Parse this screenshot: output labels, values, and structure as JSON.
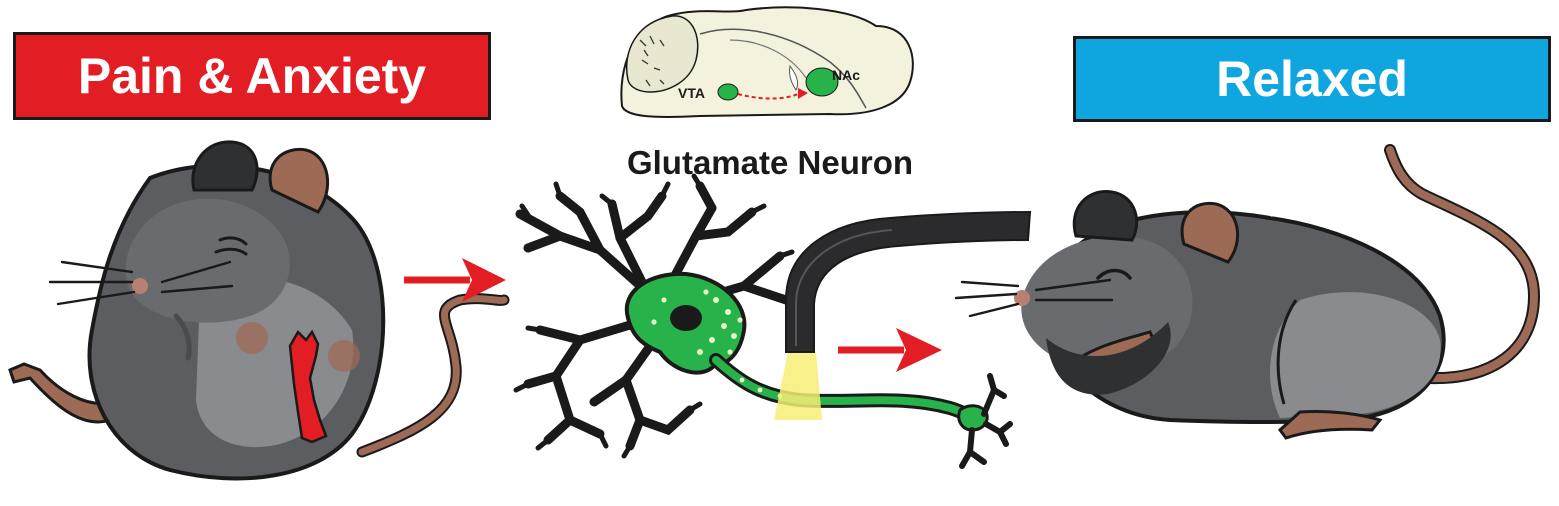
{
  "labels": {
    "left_state": "Pain & Anxiety",
    "right_state": "Relaxed",
    "neuron_title": "Glutamate Neuron"
  },
  "brain": {
    "source_region": "VTA",
    "target_region": "NAc"
  },
  "colors": {
    "pain": "#e31d24",
    "relaxed": "#0fa6df",
    "neuron_green": "#27b34a",
    "arrow_red": "#e31d24",
    "mouse_dark": "#5c5d60",
    "mouse_light": "#8a8b8e",
    "tail_brown": "#9d6a55",
    "light_beam": "#f7ee74"
  }
}
